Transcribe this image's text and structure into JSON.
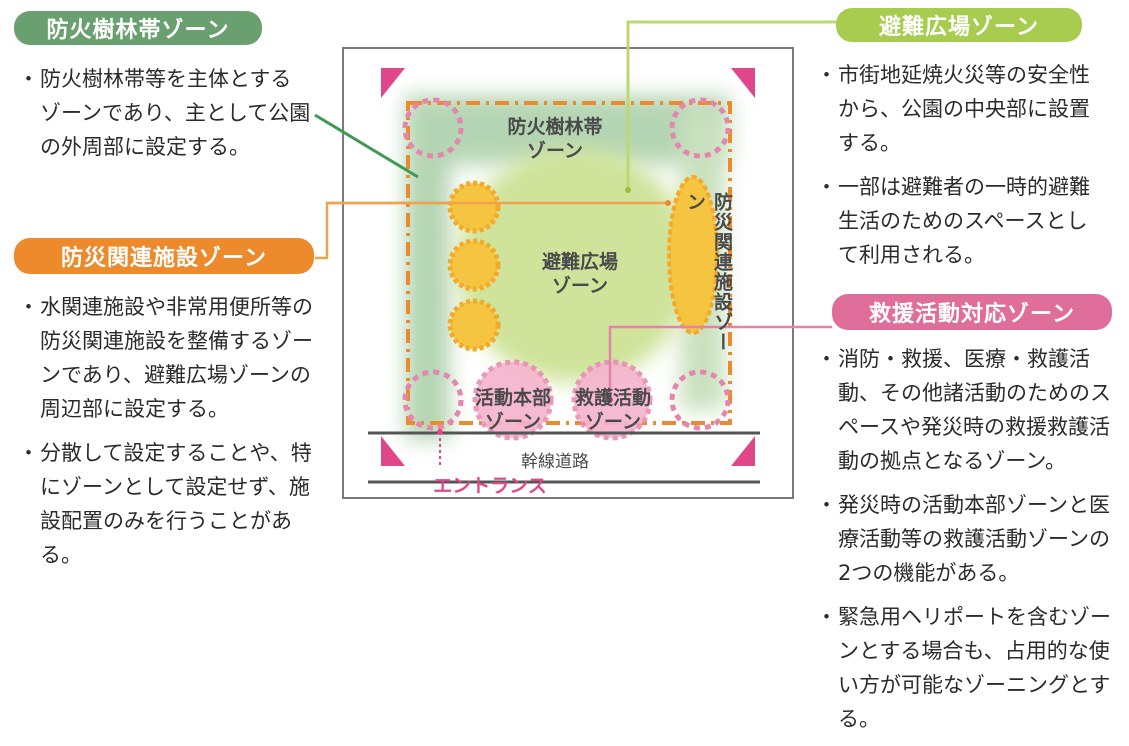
{
  "zones": {
    "forest": {
      "title": "防火樹林帯ゾーン",
      "color": "#6aa070",
      "bullets": [
        "防火樹林帯等を主体とするゾーンであり、主として公園の外周部に設定する。"
      ]
    },
    "evacuation": {
      "title": "避難広場ゾーン",
      "color": "#a8cc50",
      "bullets": [
        "市街地延焼火災等の安全性から、公園の中央部に設置する。",
        "一部は避難者の一時的避難生活のためのスペースとして利用される。"
      ]
    },
    "facilities": {
      "title": "防災関連施設ゾーン",
      "color": "#ec8a2c",
      "bullets": [
        "水関連施設や非常用便所等の防災関連施設を整備するゾーンであり、避難広場ゾーンの周辺部に設定する。",
        "分散して設定することや、特にゾーンとして設定せず、施設配置のみを行うことがある。"
      ]
    },
    "rescue": {
      "title": "救援活動対応ゾーン",
      "color": "#e06e9a",
      "bullets": [
        "消防・救援、医療・救護活動、その他諸活動のためのスペースや発災時の救援救護活動の拠点となるゾーン。",
        "発災時の活動本部ゾーンと医療活動等の救護活動ゾーンの2つの機能がある。",
        "緊急用ヘリポートを含むゾーンとする場合も、占用的な使い方が可能なゾーニングとする。"
      ]
    }
  },
  "diagram": {
    "forest_zone": "防火樹林帯ゾーン",
    "evacuation_square": "避難広場ゾーン",
    "disaster_facilities": "防災関連施設ゾーン",
    "hq_zone": "活動本部ゾーン",
    "rescue_activity_zone": "救護活動ゾーン",
    "main_road": "幹線道路",
    "entrance": "エントランス"
  }
}
